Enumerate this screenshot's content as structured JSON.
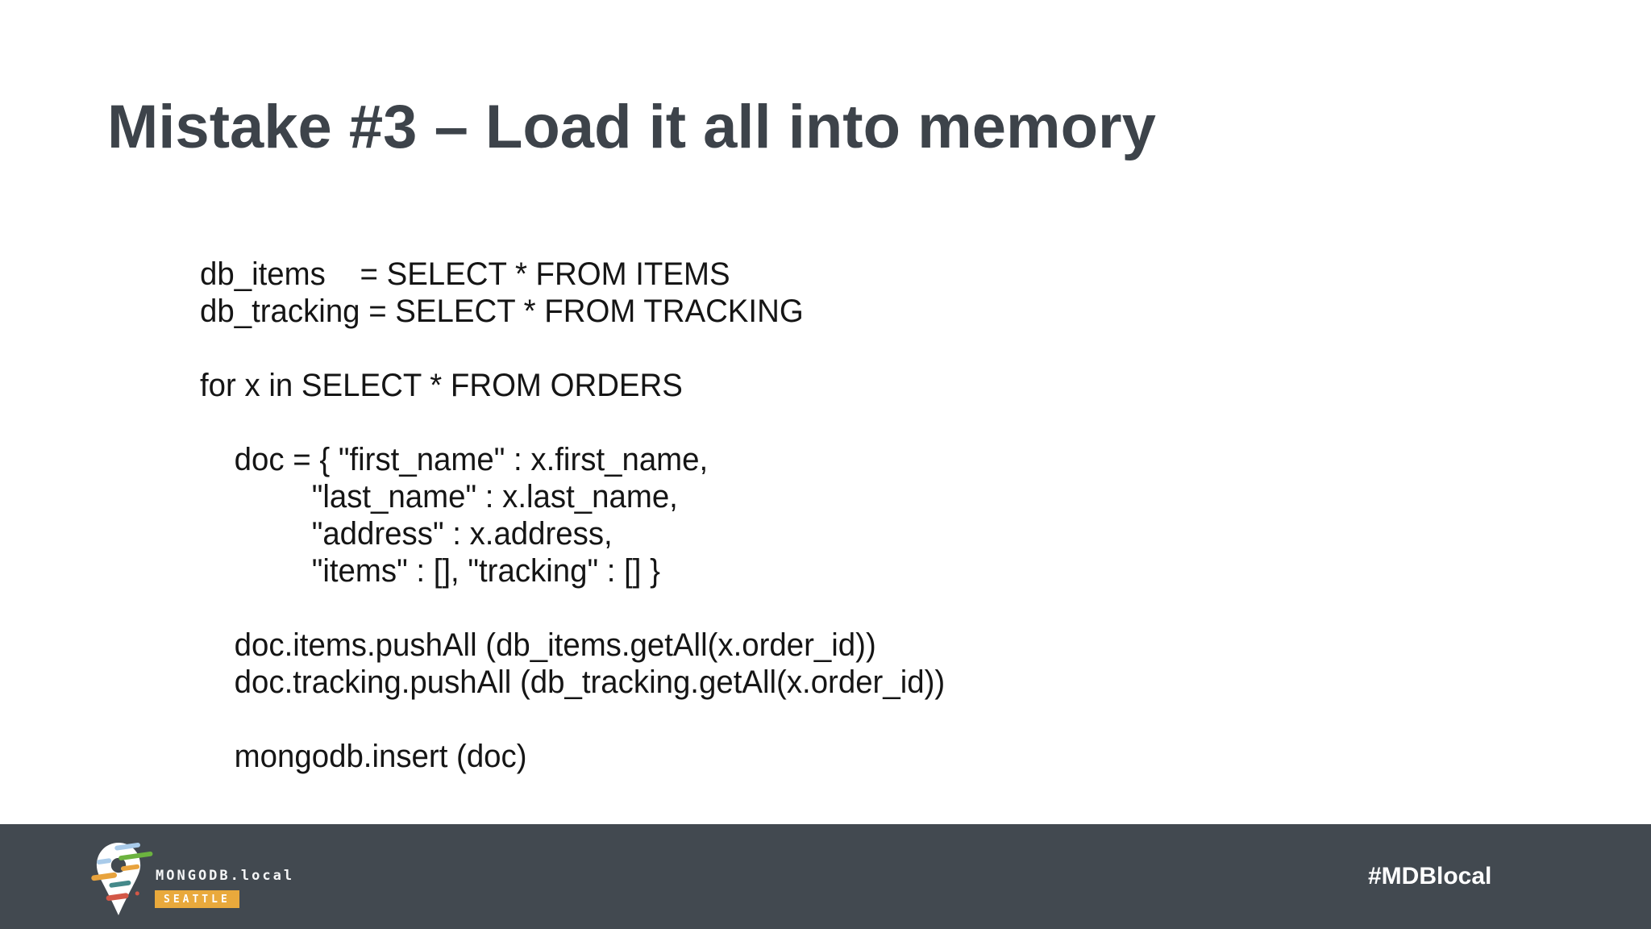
{
  "slide": {
    "title": "Mistake #3 – Load it all into memory",
    "code_lines": [
      "db_items    = SELECT * FROM ITEMS",
      "db_tracking = SELECT * FROM TRACKING",
      "",
      "for x in SELECT * FROM ORDERS",
      "",
      "    doc = { \"first_name\" : x.first_name,",
      "             \"last_name\" : x.last_name,",
      "             \"address\" : x.address,",
      "             \"items\" : [], \"tracking\" : [] }",
      "",
      "    doc.items.pushAll (db_items.getAll(x.order_id))",
      "    doc.tracking.pushAll (db_tracking.getAll(x.order_id))",
      "",
      "    mongodb.insert (doc)"
    ]
  },
  "footer": {
    "logo_brand": "MONGODB.local",
    "logo_city": "SEATTLE",
    "hashtag": "#MDBlocal",
    "pin_icon": "mongodb-location-pin-icon"
  },
  "colors": {
    "title_text": "#3d434a",
    "code_text": "#151515",
    "footer_bg": "#424950",
    "badge_bg": "#e9a93c",
    "footer_text": "#ffffff",
    "pin_white": "#ffffff",
    "stripe_blue": "#a9cbea",
    "stripe_green": "#6cb33f",
    "stripe_orange": "#e8a33d",
    "stripe_teal": "#44898a",
    "stripe_red": "#d35746"
  }
}
